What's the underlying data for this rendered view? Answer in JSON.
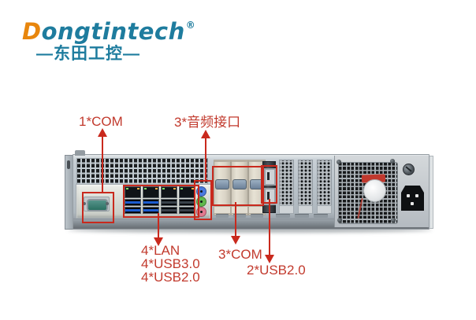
{
  "colors": {
    "brand_blue": "#1e7c9e",
    "brand_orange": "#e8860d",
    "annotation_red": "#c9291d"
  },
  "logo": {
    "d": "D",
    "rest": "ongtintech",
    "registered": "®",
    "chinese": "—东田工控—"
  },
  "annotations": {
    "com1": {
      "label": "1*COM"
    },
    "audio": {
      "label": "3*音频接口"
    },
    "lan_usb": {
      "lines": [
        "4*LAN",
        "4*USB3.0",
        "4*USB2.0"
      ]
    },
    "com3": {
      "label": "3*COM"
    },
    "usb2": {
      "label": "2*USB2.0"
    }
  }
}
